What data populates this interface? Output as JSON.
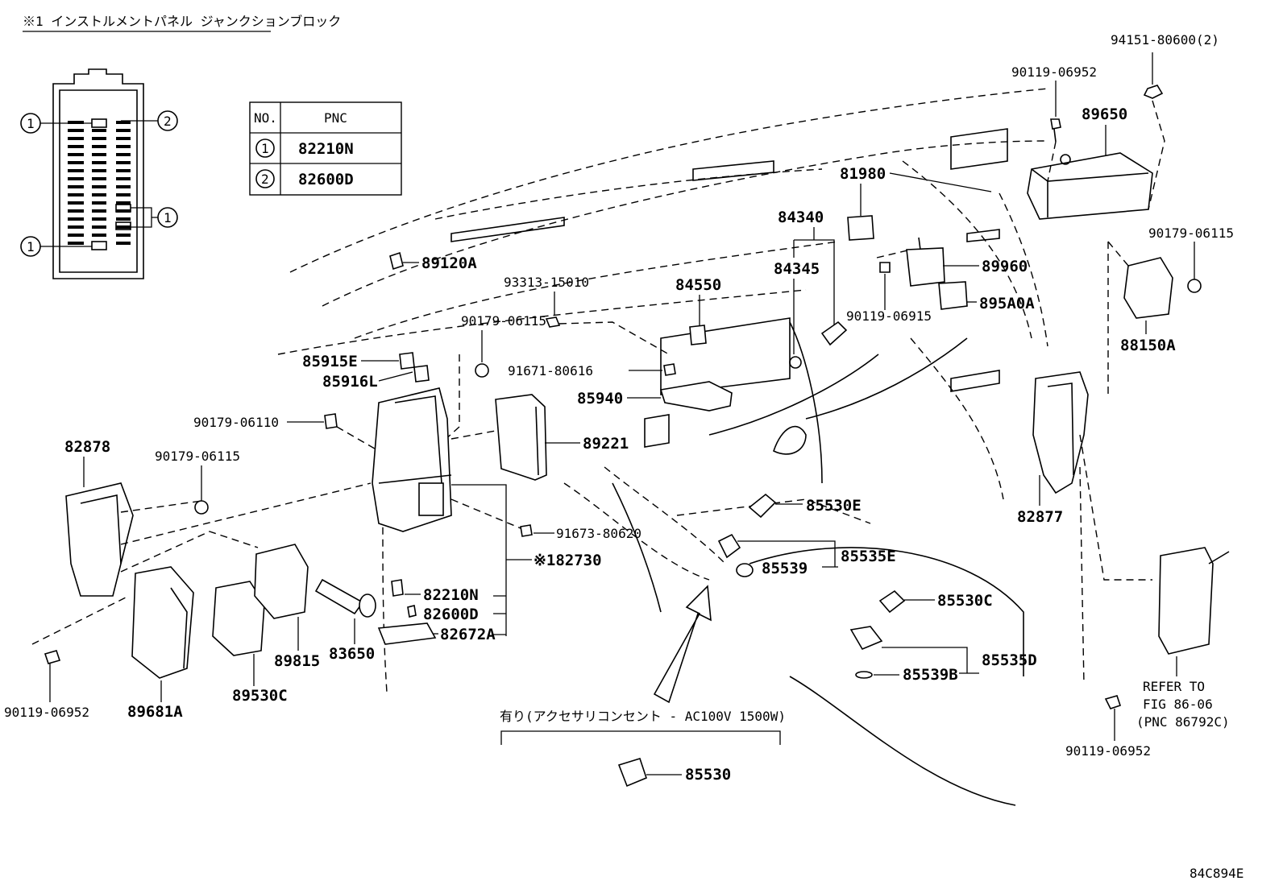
{
  "header": {
    "note_title": "※1  インストルメントパネル ジャンクションブロック"
  },
  "legend_table": {
    "col_no": "NO.",
    "col_pnc": "PNC",
    "rows": [
      {
        "no": "1",
        "pnc": "82210N"
      },
      {
        "no": "2",
        "pnc": "82600D"
      }
    ]
  },
  "junction_block_callouts": [
    "1",
    "2",
    "1",
    "1"
  ],
  "part_labels": {
    "p94151": "94151-80600(2)",
    "p90119_top": "90119-06952",
    "p89650": "89650",
    "p81980": "81980",
    "p84340": "84340",
    "p84345": "84345",
    "p89960": "89960",
    "p90119_mid": "90119-06915",
    "p895A0A": "895A0A",
    "p90179_r": "90179-06115",
    "p88150A": "88150A",
    "p89120A": "89120A",
    "p93313": "93313-15010",
    "p84550": "84550",
    "p90179_c": "90179-06115",
    "p85915E": "85915E",
    "p85916L": "85916L",
    "p91671": "91671-80616",
    "p85940": "85940",
    "p90179_l": "90179-06110",
    "p89221": "89221",
    "p82878": "82878",
    "p90179_ll": "90179-06115",
    "p82877": "82877",
    "p85530E": "85530E",
    "p91673": "91673-80620",
    "p82730": "※182730",
    "p85539": "85539",
    "p85535E": "85535E",
    "p82210N": "82210N",
    "p82600D": "82600D",
    "p82672A": "82672A",
    "p85530C": "85530C",
    "p85535D": "85535D",
    "p85539B": "85539B",
    "p89815": "89815",
    "p83650": "83650",
    "p89530C": "89530C",
    "p89681A": "89681A",
    "p90119_bl": "90119-06952",
    "p90119_br": "90119-06952",
    "p85530": "85530",
    "refer_line1": "REFER TO",
    "refer_line2": "FIG 86-06",
    "refer_line3": "(PNC 86792C)"
  },
  "option_note": "有り(アクセサリコンセント - AC100V 1500W)",
  "figure_code": "84C894E"
}
